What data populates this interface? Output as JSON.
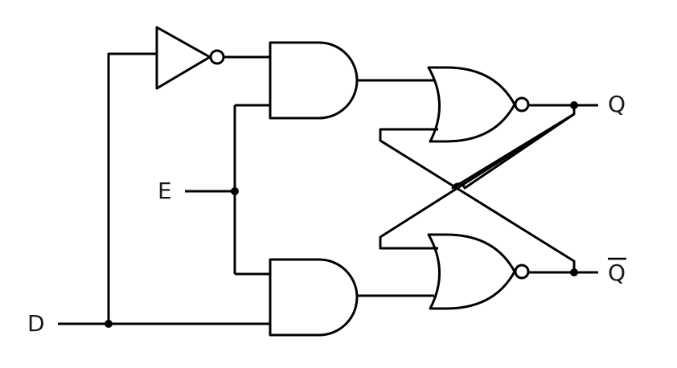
{
  "diagram": {
    "type": "gated-d-latch",
    "labels": {
      "d": "D",
      "e": "E",
      "q": "Q",
      "q_bar": "Q"
    },
    "colors": {
      "stroke": "#000000",
      "label": "#1a1a1a",
      "background": "#ffffff"
    },
    "components": [
      {
        "id": "not-gate",
        "type": "NOT"
      },
      {
        "id": "and-gate-top",
        "type": "AND"
      },
      {
        "id": "and-gate-bottom",
        "type": "AND"
      },
      {
        "id": "nor-gate-top",
        "type": "NOR"
      },
      {
        "id": "nor-gate-bottom",
        "type": "NOR"
      }
    ]
  }
}
